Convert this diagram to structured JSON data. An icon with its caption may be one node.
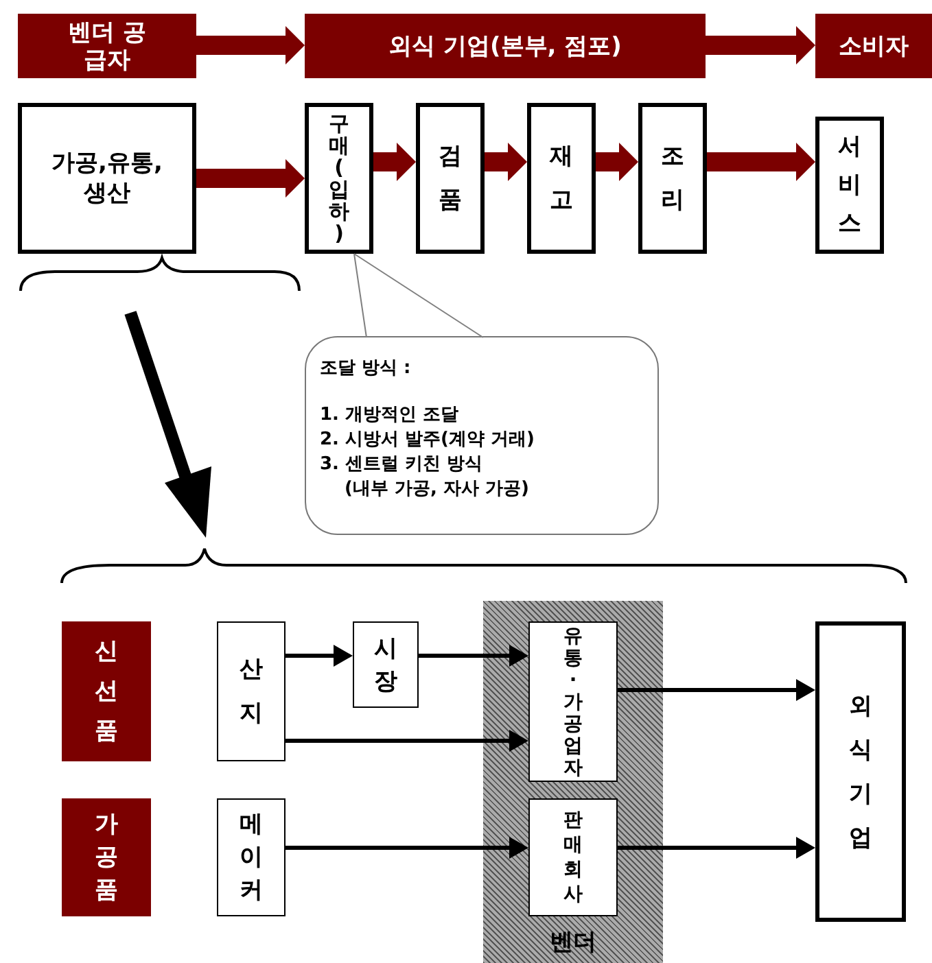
{
  "diagram": {
    "nodes": [
      {
        "text": [
          "벤더 공급자"
        ]
      },
      {
        "text": [
          "외식 기업(본부, 점포)"
        ]
      },
      {
        "text": [
          "소비자"
        ]
      },
      {
        "text": [
          "가공,유통, 생산"
        ]
      },
      {
        "text": [
          "구매(입하)"
        ]
      },
      {
        "text": [
          "검품"
        ]
      },
      {
        "text": [
          "재고"
        ]
      },
      {
        "text": [
          "조리"
        ]
      },
      {
        "text": [
          "서비스"
        ]
      },
      {
        "text": [
          "조달 방식 :",
          "1. 개방적인 조달",
          "2. 시방서 발주(계약 거래)",
          "3. 센트럴 키친 방식",
          "(내부 가공, 자사 가공)"
        ]
      },
      {
        "text": [
          "신선품"
        ]
      },
      {
        "text": [
          "가공품"
        ]
      },
      {
        "text": [
          "산지"
        ]
      },
      {
        "text": [
          "메이커"
        ]
      },
      {
        "text": [
          "시장"
        ]
      },
      {
        "text": [
          "벤더"
        ]
      },
      {
        "text": [
          "유통·가공업자"
        ],
        "in": 15
      },
      {
        "text": [
          "판매회사"
        ],
        "in": 15
      },
      {
        "text": [
          "외식 기업"
        ]
      }
    ],
    "edges": [
      {
        "from": 0,
        "to": 1,
        "arrow": "to",
        "style": "thick",
        "color": "#7b0000"
      },
      {
        "from": 1,
        "to": 2,
        "arrow": "to",
        "style": "thick",
        "color": "#7b0000"
      },
      {
        "from": 3,
        "to": 4,
        "arrow": "to",
        "style": "thick",
        "color": "#7b0000"
      },
      {
        "from": 4,
        "to": 5,
        "arrow": "to",
        "style": "thick",
        "color": "#7b0000"
      },
      {
        "from": 5,
        "to": 6,
        "arrow": "to",
        "style": "thick",
        "color": "#7b0000"
      },
      {
        "from": 6,
        "to": 7,
        "arrow": "to",
        "style": "thick",
        "color": "#7b0000"
      },
      {
        "from": 7,
        "to": 8,
        "arrow": "to",
        "style": "thick",
        "color": "#7b0000"
      },
      {
        "from": 9,
        "to": 4,
        "arrow": "none",
        "color": "#808080"
      },
      {
        "from": 12,
        "to": 14,
        "arrow": "to",
        "color": "#000000"
      },
      {
        "from": 14,
        "to": 16,
        "arrow": "to",
        "color": "#000000"
      },
      {
        "from": 12,
        "to": 16,
        "arrow": "to",
        "color": "#000000"
      },
      {
        "from": 13,
        "to": 17,
        "arrow": "to",
        "color": "#000000"
      },
      {
        "from": 16,
        "to": 18,
        "arrow": "to",
        "color": "#000000"
      },
      {
        "from": 17,
        "to": 18,
        "arrow": "to",
        "color": "#000000"
      }
    ]
  }
}
